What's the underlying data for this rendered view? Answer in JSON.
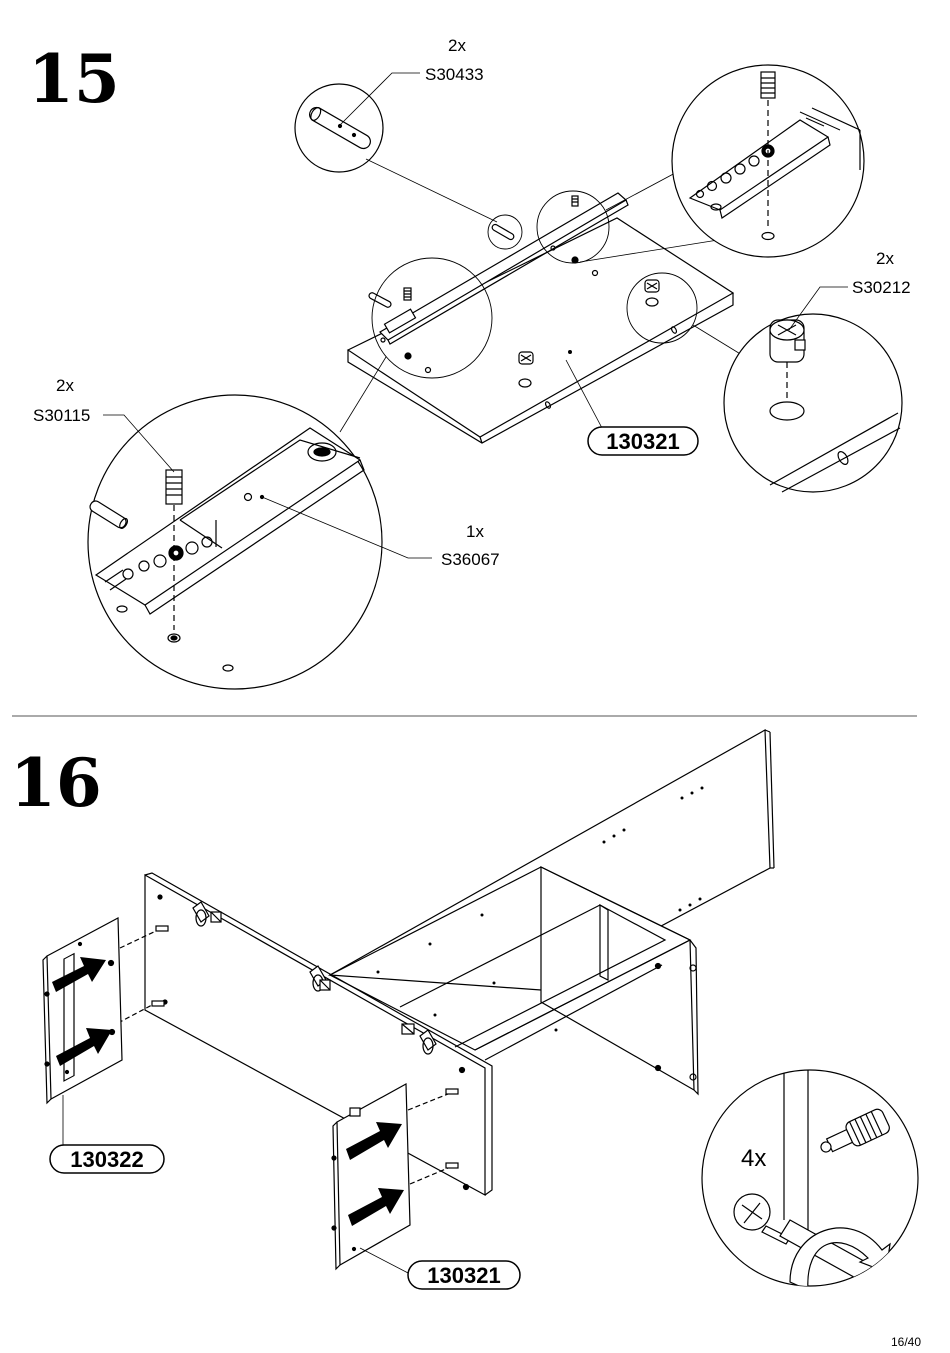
{
  "step15": {
    "number": "15",
    "callouts": {
      "pin": {
        "qty": "2x",
        "code": "S30433"
      },
      "cam": {
        "qty": "2x",
        "code": "S30212"
      },
      "screw": {
        "qty": "2x",
        "code": "S30115"
      },
      "rail": {
        "qty": "1x",
        "code": "S36067"
      }
    },
    "panel_label": "130321"
  },
  "step16": {
    "number": "16",
    "panel_left_label": "130322",
    "panel_right_label": "130321",
    "detail_qty": "4x"
  },
  "page_number": "16/40"
}
